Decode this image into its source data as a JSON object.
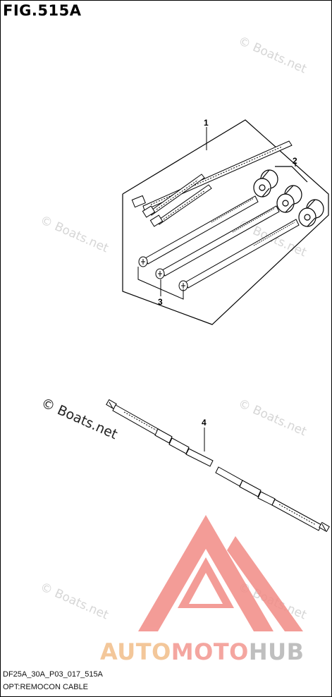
{
  "figure": {
    "title": "FIG.515A"
  },
  "callouts": {
    "kit": "1",
    "spacer": "2",
    "bolt": "3",
    "cable": "4"
  },
  "watermarks": {
    "text": "© Boats.net"
  },
  "brand": {
    "part1": "AUTO",
    "part2": "MOTO",
    "part3": "HUB",
    "triangle_color": "#f28b86",
    "auto_color": "#f3c79a",
    "moto_color": "#f4a6a0",
    "hub_color": "#bfbfbf"
  },
  "footer": {
    "model_code": "DF25A_30A_P03_017_515A",
    "description": "OPT:REMOCON CABLE"
  }
}
